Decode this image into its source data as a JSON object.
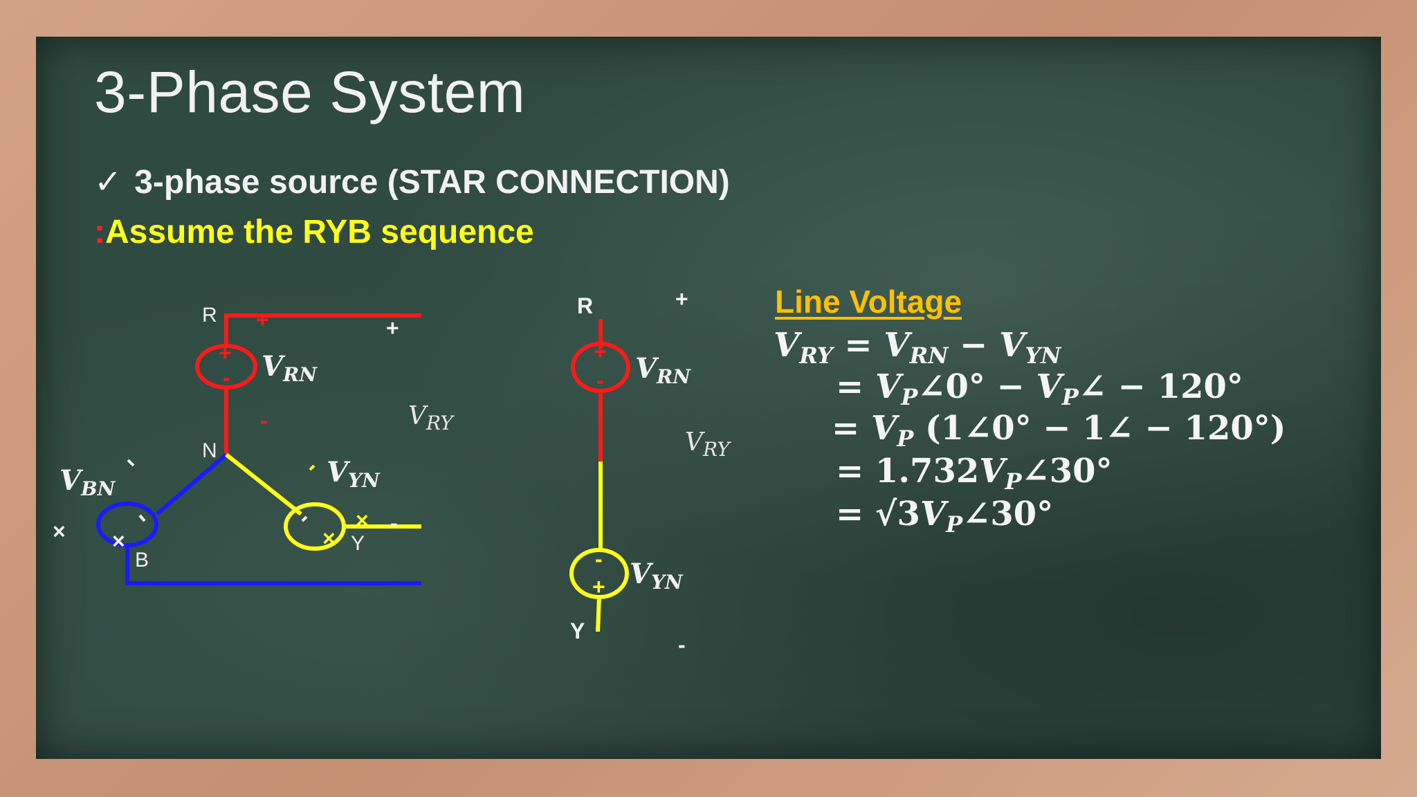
{
  "title": "3-Phase System",
  "bullet": {
    "check": "✓",
    "text": "3-phase source (STAR CONNECTION)"
  },
  "assume": {
    "colon": ":",
    "text": "Assume the RYB sequence"
  },
  "line_voltage": {
    "heading": "Line Voltage",
    "eq1": {
      "lhs_v": "V",
      "lhs_sub": "RY",
      "eq": " = ",
      "a_v": "V",
      "a_sub": "RN",
      "minus": " − ",
      "b_v": "V",
      "b_sub": "YN"
    },
    "eq2": {
      "eq": "= ",
      "v1": "V",
      "s1": "P",
      "ang1": "∠0° − ",
      "v2": "V",
      "s2": "P",
      "ang2": "∠ − 120°"
    },
    "eq3": {
      "eq": "= ",
      "v": "V",
      "s": "P",
      "rest": " (1∠0° − 1∠ − 120°)"
    },
    "eq4": {
      "eq": "= 1.732",
      "v": "V",
      "s": "P",
      "rest": "∠30°"
    },
    "eq5": {
      "eq": "= √3",
      "v": "V",
      "s": "P",
      "rest": "∠30°"
    }
  },
  "diagram_left": {
    "node_r": "R",
    "node_n": "N",
    "node_b": "B",
    "node_y": "Y",
    "v_rn": "V",
    "v_rn_sub": "RN",
    "v_yn": "V",
    "v_yn_sub": "YN",
    "v_bn": "V",
    "v_bn_sub": "BN",
    "v_ry": "V",
    "v_ry_sub": "RY",
    "plus": "+",
    "minus": "-",
    "cross": "×"
  },
  "diagram_right": {
    "node_r": "R",
    "node_y": "Y",
    "v_rn": "V",
    "v_rn_sub": "RN",
    "v_yn": "V",
    "v_yn_sub": "YN",
    "v_ry": "V",
    "v_ry_sub": "RY",
    "plus": "+",
    "minus": "-"
  },
  "colors": {
    "red_phase": "#ff1a1a",
    "yellow_phase": "#ffff1a",
    "blue_phase": "#1a1aff",
    "heading_orange": "#ffc000",
    "board": "#2f4a41",
    "frame": "#c9977a"
  }
}
